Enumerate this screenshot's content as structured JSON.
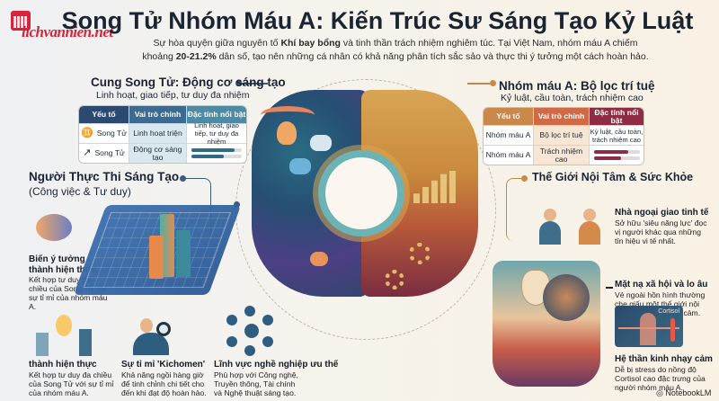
{
  "logo": {
    "text": "lichvannien.net"
  },
  "header": {
    "title": "Song Tử Nhóm Máu A: Kiến Trúc Sư Sáng Tạo Kỷ Luật",
    "subtitle_line1_pre": "Sự hòa quyện giữa nguyên tố ",
    "subtitle_line1_bold": "Khí bay bổng",
    "subtitle_line1_post": " và tinh thần trách nhiệm nghiêm túc. Tại Việt Nam, nhóm máu A chiếm",
    "subtitle_line2_pre": "khoảng ",
    "subtitle_line2_bold": "20-21.2%",
    "subtitle_line2_post": " dân số, tạo nên những cá nhân có khả năng phân tích sắc sảo và thực thi ý tưởng một cách hoàn hảo."
  },
  "left_section": {
    "heading": "Cung Song Tử: Động cơ sáng tạo",
    "subheading": "Linh hoạt, giao tiếp, tư duy đa nhiệm",
    "table": {
      "headers": [
        "Yếu tố",
        "Vai trò chính",
        "Đặc tính nổi bật"
      ],
      "rows": [
        {
          "icon": "♊",
          "factor": "Song Tử",
          "role": "Linh hoạt triện",
          "trait": "Linh hoạt, giao tiếp, tư duy đa nhiệm"
        },
        {
          "icon": "↗",
          "factor": "Song Tử",
          "role": "Động cơ sáng tạo",
          "trait": "",
          "bars": [
            85,
            65
          ]
        }
      ]
    },
    "accent_color": "#2c4a70"
  },
  "right_section": {
    "heading": "Nhóm máu A: Bộ lọc trí tuệ",
    "subheading": "Kỷ luật, cầu toàn, trách nhiệm cao",
    "table": {
      "headers": [
        "Yếu tố",
        "Vai trò chính",
        "Đặc tính nổi bật"
      ],
      "rows": [
        {
          "factor": "Nhóm máu A",
          "role": "Bộ lọc trí tuệ",
          "trait": "Kỷ luật, cầu toàn, trách nhiệm cao"
        },
        {
          "factor": "Nhóm máu A",
          "role": "Trách nhiệm cao",
          "trait": "",
          "bars": [
            75,
            60
          ]
        }
      ]
    },
    "accent_color": "#8e2c45"
  },
  "work_section": {
    "heading": "Người Thực Thi Sáng Tạo",
    "subheading": "(Công việc & Tư duy)",
    "items": [
      {
        "title": "Biến ý tưởng thành hiện thực",
        "text": "Kết hợp tư duy đa chiều của Song Tử với sự tỉ mỉ của nhóm máu A."
      },
      {
        "title": "thành hiện thực",
        "text": "Kết hợp tư duy đa chiều của Song Tử với sự tỉ mỉ của nhóm máu A."
      },
      {
        "title": "Sự tỉ mỉ 'Kichomen'",
        "text": "Khả năng ngồi hàng giờ để tinh chỉnh chi tiết cho đến khi đạt độ hoàn hảo."
      },
      {
        "title": "Lĩnh vực nghề nghiệp ưu thế",
        "text": "Phù hợp với Công nghệ, Truyền thông, Tài chính và Nghệ thuật sáng tạo."
      }
    ]
  },
  "inner_section": {
    "heading": "Thế Giới Nội Tâm & Sức Khỏe",
    "items": [
      {
        "title": "Nhà ngoại giao tinh tế",
        "text": "Sở hữu 'siêu năng lực' đọc vị người khác qua những tín hiệu vi tế nhất."
      },
      {
        "title": "Mặt nạ xã hội và lo âu",
        "text": "Vẻ ngoài hồn hình thường che giấu một thế giới nội tâm phức tạp, nhạy cảm."
      },
      {
        "title": "Hệ thần kinh nhạy cảm",
        "text": "Dễ bị stress do nồng độ Cortisol cao đặc trưng của người nhóm máu A."
      }
    ],
    "cortisol_label": "Cortisol"
  },
  "footer": {
    "brand": "NotebookLM"
  }
}
